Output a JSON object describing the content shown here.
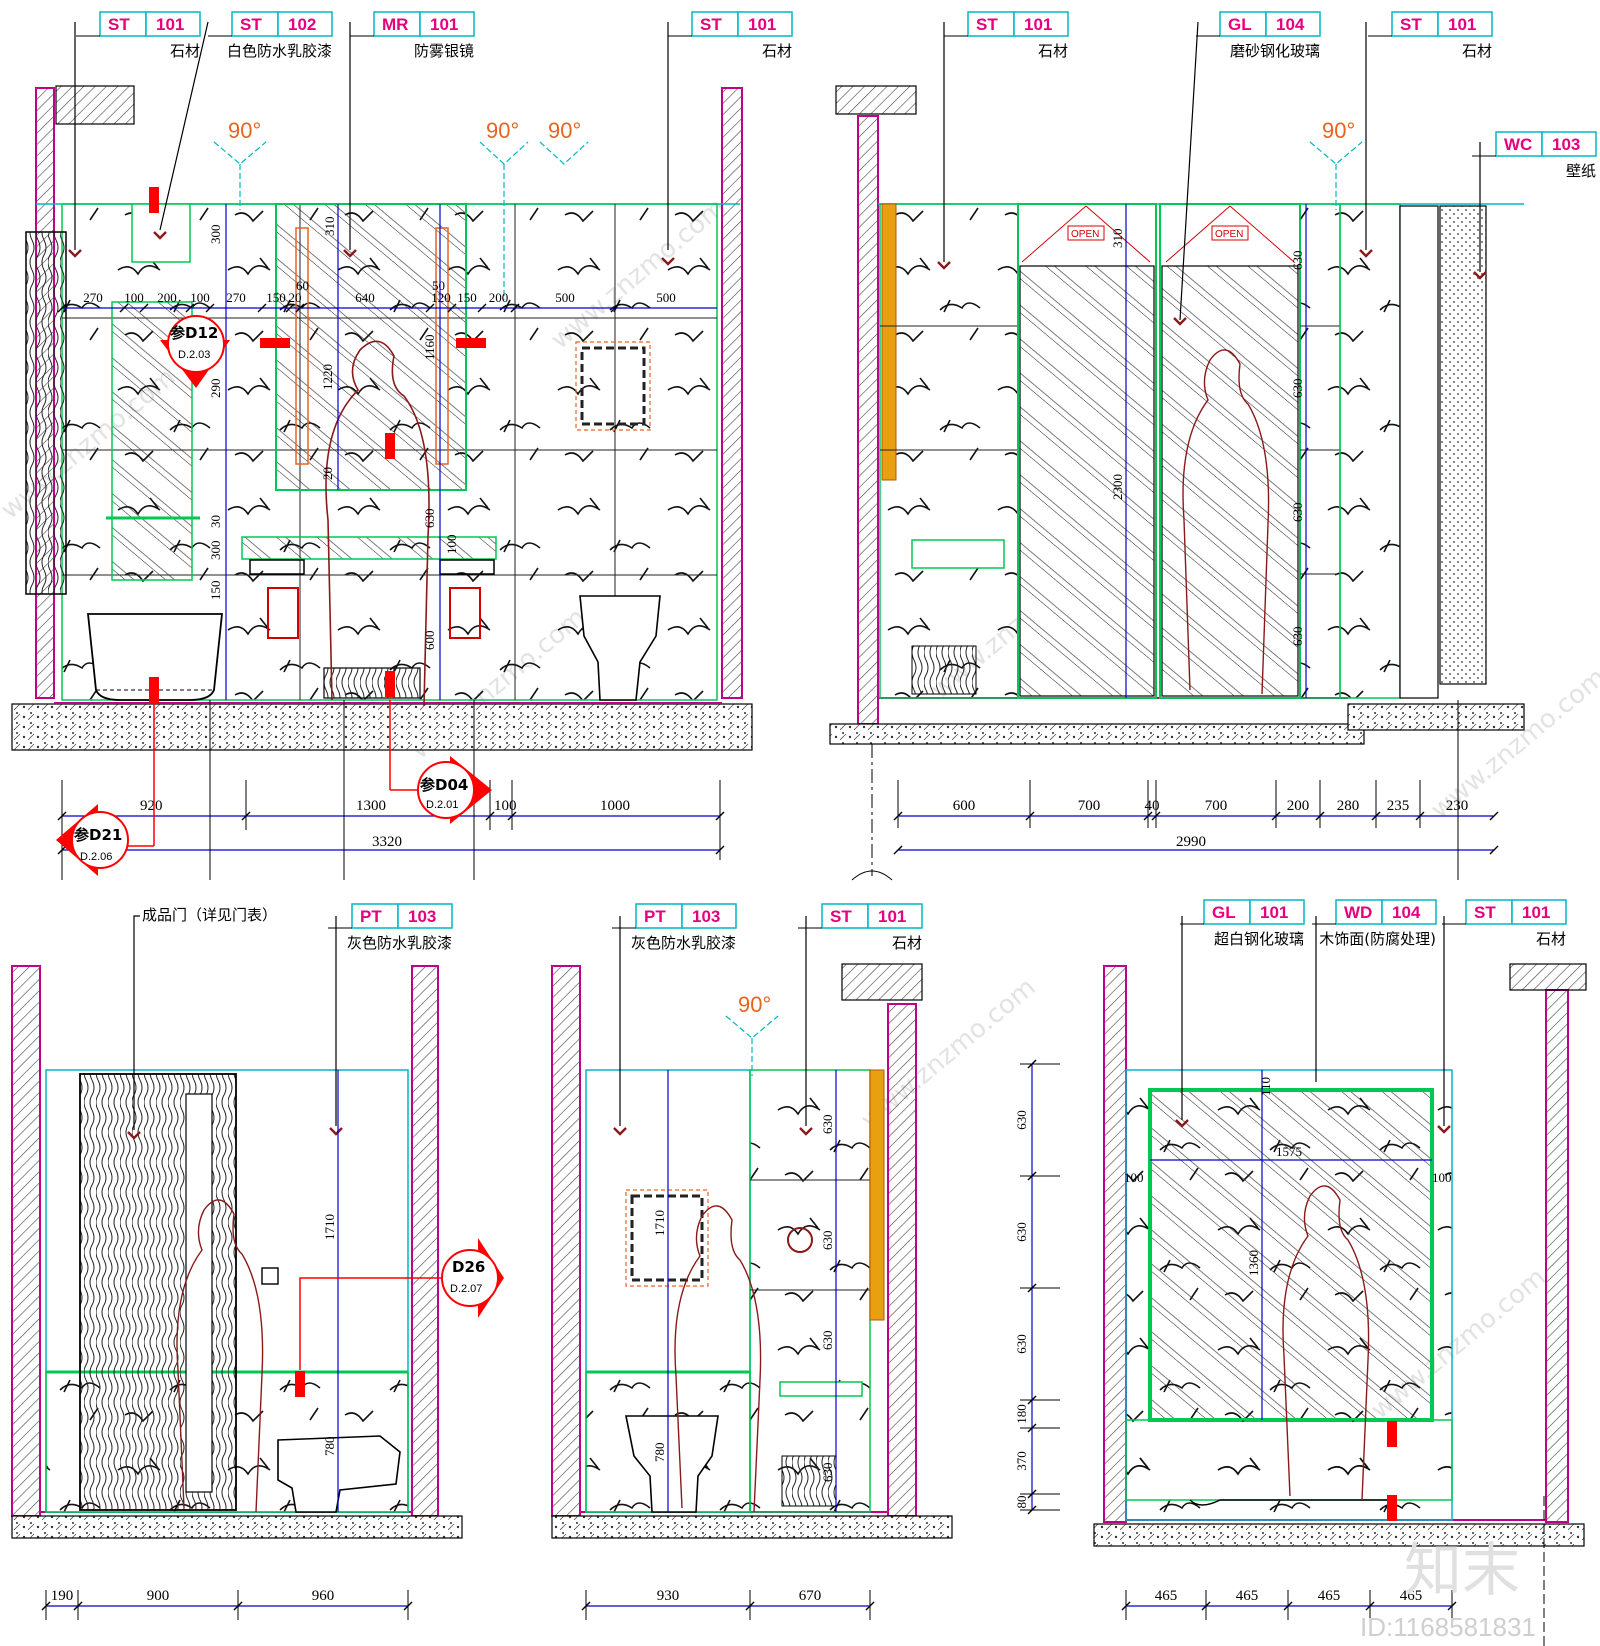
{
  "watermark": {
    "domain_text": "www.znzmo.com",
    "brand_mark": "知末",
    "id_text": "ID:1168581831"
  },
  "colors": {
    "tag_border": "#00b7c3",
    "tag_text": "#e6007e",
    "wall": "#c0008a",
    "tile_line": "#00c853",
    "marker": "#ff0000",
    "angle": "#e8641e",
    "dim_line": "#0000c8"
  },
  "elevation_a": {
    "tags": [
      {
        "code": "ST",
        "num": "101",
        "material": "石材"
      },
      {
        "code": "ST",
        "num": "102",
        "material": "白色防水乳胶漆"
      },
      {
        "code": "MR",
        "num": "101",
        "material": "防雾银镜"
      },
      {
        "code": "ST",
        "num": "101",
        "material": "石材"
      }
    ],
    "angles": [
      "90°",
      "90°",
      "90°"
    ],
    "inner_dims": [
      "270",
      "100",
      "200",
      "100",
      "270",
      "150",
      "20",
      "640",
      "120",
      "150",
      "200",
      "500",
      "500"
    ],
    "vertical_dims": [
      "300",
      "290",
      "300",
      "150",
      "1220",
      "1160",
      "600",
      "60",
      "50",
      "30",
      "20",
      "630",
      "100",
      "310"
    ],
    "refs": [
      {
        "label": "参D12",
        "sub": "D.2.03"
      },
      {
        "label": "参D04",
        "sub": "D.2.01"
      },
      {
        "label": "参D21",
        "sub": "D.2.06"
      }
    ],
    "bottom_dims": [
      "920",
      "1300",
      "100",
      "1000"
    ],
    "total_dim": "3320"
  },
  "elevation_b": {
    "tags": [
      {
        "code": "ST",
        "num": "101",
        "material": "石材"
      },
      {
        "code": "GL",
        "num": "104",
        "material": "磨砂钢化玻璃"
      },
      {
        "code": "ST",
        "num": "101",
        "material": "石材"
      },
      {
        "code": "WC",
        "num": "103",
        "material": "壁纸"
      }
    ],
    "angle": "90°",
    "open_labels": [
      "OPEN",
      "OPEN"
    ],
    "vertical_dims": [
      "310",
      "2300",
      "630",
      "630",
      "630",
      "630"
    ],
    "bottom_dims": [
      "600",
      "700",
      "40",
      "700",
      "200",
      "280",
      "235",
      "230"
    ],
    "total_dim": "2990"
  },
  "elevation_c": {
    "door_note": "成品门（详见门表）",
    "tags": [
      {
        "code": "PT",
        "num": "103",
        "material": "灰色防水乳胶漆"
      }
    ],
    "vertical_dims": [
      "1710",
      "780"
    ],
    "ref": {
      "label": "D26",
      "sub": "D.2.07"
    },
    "bottom_dims": [
      "190",
      "900",
      "960"
    ]
  },
  "elevation_d": {
    "tags": [
      {
        "code": "PT",
        "num": "103",
        "material": "灰色防水乳胶漆"
      },
      {
        "code": "ST",
        "num": "101",
        "material": "石材"
      }
    ],
    "angle": "90°",
    "vertical_dims": [
      "1710",
      "630",
      "630",
      "630",
      "780",
      "630"
    ],
    "bottom_dims": [
      "930",
      "670"
    ]
  },
  "elevation_e": {
    "tags": [
      {
        "code": "GL",
        "num": "101",
        "material": "超白钢化玻璃"
      },
      {
        "code": "WD",
        "num": "104",
        "material": "木饰面(防腐处理)"
      },
      {
        "code": "ST",
        "num": "101",
        "material": "石材"
      }
    ],
    "vertical_dims": [
      "630",
      "630",
      "630",
      "180",
      "370",
      "80"
    ],
    "inner_dims": [
      "110",
      "1575",
      "100",
      "100",
      "1360"
    ],
    "bottom_dims": [
      "465",
      "465",
      "465",
      "465"
    ]
  }
}
